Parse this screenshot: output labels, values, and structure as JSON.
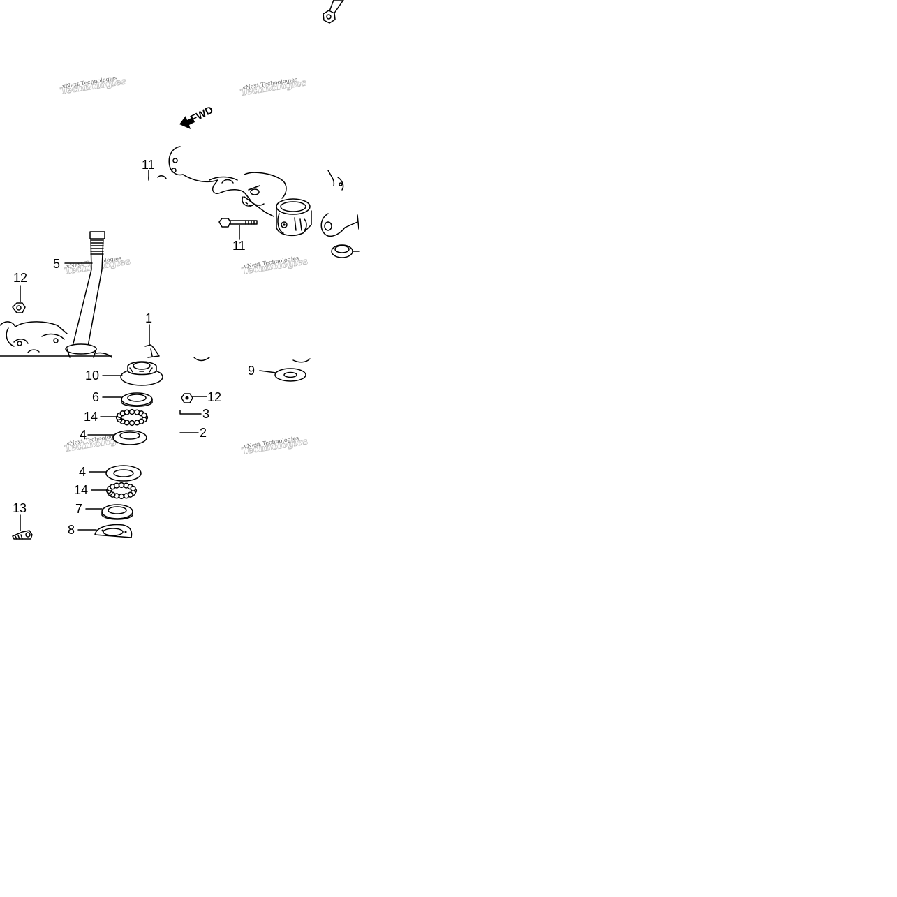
{
  "diagram": {
    "direction_label": "FWD",
    "watermark": {
      "line1": "vNext Technologies",
      "line2": "Technologies"
    },
    "callouts": [
      "11",
      "11",
      "5",
      "12",
      "1",
      "10",
      "9",
      "6",
      "12",
      "14",
      "3",
      "4",
      "2",
      "4",
      "14",
      "7",
      "13",
      "8"
    ]
  }
}
